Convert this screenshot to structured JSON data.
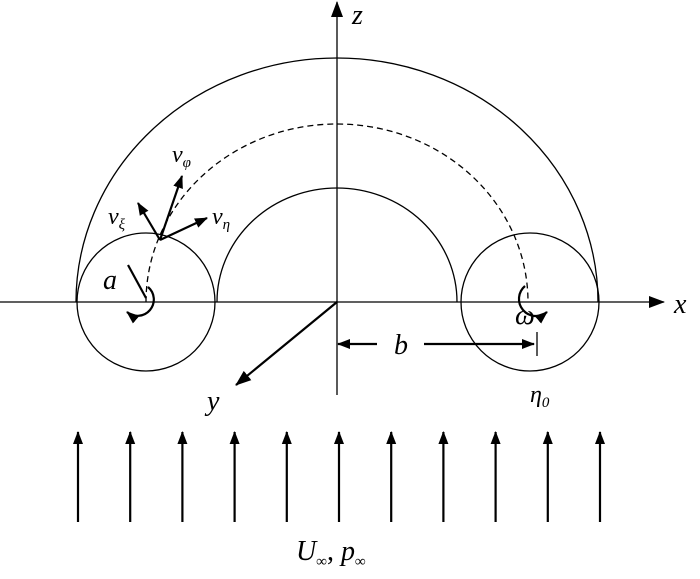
{
  "labels": {
    "z_axis": "z",
    "x_axis": "x",
    "y_axis": "y",
    "radius": "a",
    "distance": "b",
    "omega": "ω",
    "eta0": {
      "base": "η",
      "sub": "0"
    },
    "v_phi": {
      "base": "v",
      "sub": "φ"
    },
    "v_xi": {
      "base": "v",
      "sub": "ξ"
    },
    "v_eta": {
      "base": "v",
      "sub": "η"
    },
    "freestream": {
      "U": "U",
      "U_sub": "∞",
      "sep": ", ",
      "p": "p",
      "p_sub": "∞"
    }
  },
  "flow_arrow_count": 11
}
